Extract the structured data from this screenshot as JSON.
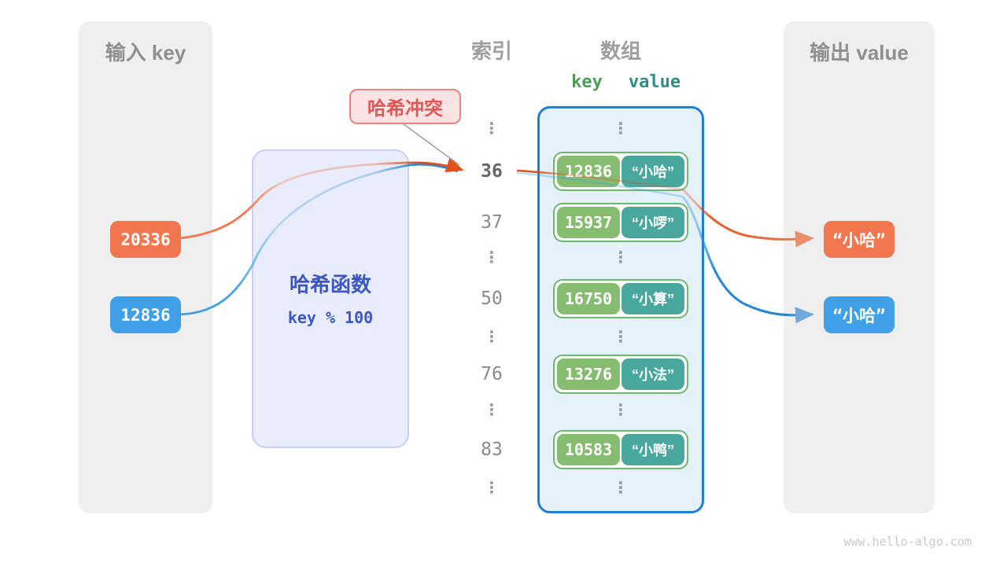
{
  "glyphs": {
    "ellipsis": "⋮"
  },
  "left_panel": {
    "title": "输入 key",
    "keys": [
      {
        "label": "20336"
      },
      {
        "label": "12836"
      }
    ]
  },
  "hash_box": {
    "title": "哈希函数",
    "formula": "key % 100"
  },
  "collision": {
    "label": "哈希冲突"
  },
  "columns": {
    "index_title": "索引",
    "array_title": "数组",
    "key_header": "key",
    "value_header": "value"
  },
  "index_column": {
    "items": [
      {
        "text": "⋮"
      },
      {
        "text": "36"
      },
      {
        "text": "37"
      },
      {
        "text": "⋮"
      },
      {
        "text": "50"
      },
      {
        "text": "⋮"
      },
      {
        "text": "76"
      },
      {
        "text": "⋮"
      },
      {
        "text": "83"
      },
      {
        "text": "⋮"
      }
    ]
  },
  "array": {
    "rows": [
      {
        "key": "12836",
        "value": "“小哈”"
      },
      {
        "key": "15937",
        "value": "“小啰”"
      },
      {
        "key": "16750",
        "value": "“小算”"
      },
      {
        "key": "13276",
        "value": "“小法”"
      },
      {
        "key": "10583",
        "value": "“小鸭”"
      }
    ]
  },
  "right_panel": {
    "title": "输出 value",
    "values": [
      {
        "label": "“小哈”"
      },
      {
        "label": "“小哈”"
      }
    ]
  },
  "watermark": "www.hello-algo.com",
  "colors": {
    "key_orange": "#F3774E",
    "key_blue": "#3FA0E8",
    "panel_bg": "#EFEFEF",
    "hash_bg": "#E9EDFB",
    "hash_text": "#3D56C6",
    "collision_bg": "#FBE3E3",
    "collision_border": "#F08080",
    "collision_text": "#E05656",
    "array_bg": "#E4F1FB",
    "array_border": "#1F7FD1",
    "pair_border": "#6CB86C",
    "key_cell_green": "#85BC70",
    "value_cell_teal": "#49A89D",
    "arrow_orange": "#E0511C",
    "arrow_blue": "#2286D8"
  }
}
